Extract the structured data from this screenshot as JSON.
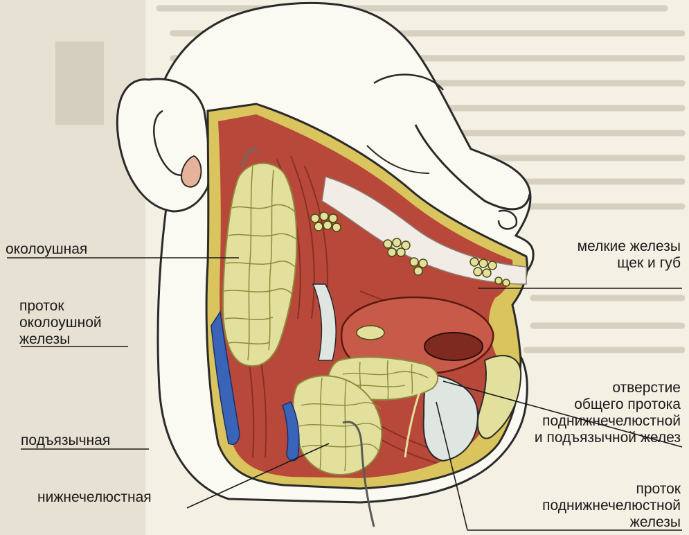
{
  "labels": {
    "parotid": "околоушная",
    "parotid_duct": [
      "проток",
      "околоушной",
      "железы"
    ],
    "sublingual": "подъязычная",
    "submandibular": "нижнечелюстная",
    "small_glands": [
      "мелкие железы",
      "щек и губ"
    ],
    "common_duct_opening": [
      "отверстие",
      "общего протока",
      "поднижнечелюстной",
      "и подъязычной желез"
    ],
    "submandibular_duct": [
      "проток",
      "поднижнечелюстной",
      "железы"
    ]
  },
  "colors": {
    "gland": "#e3df9c",
    "gland_outline": "#8d8a3a",
    "muscle": "#b8483a",
    "muscle_dark": "#7e2a20",
    "skin": "#fbfaf2",
    "fat": "#d8c35a",
    "vein": "#3a64b8",
    "bone": "#dfe6e2",
    "background_text": "#d9d4c4"
  }
}
